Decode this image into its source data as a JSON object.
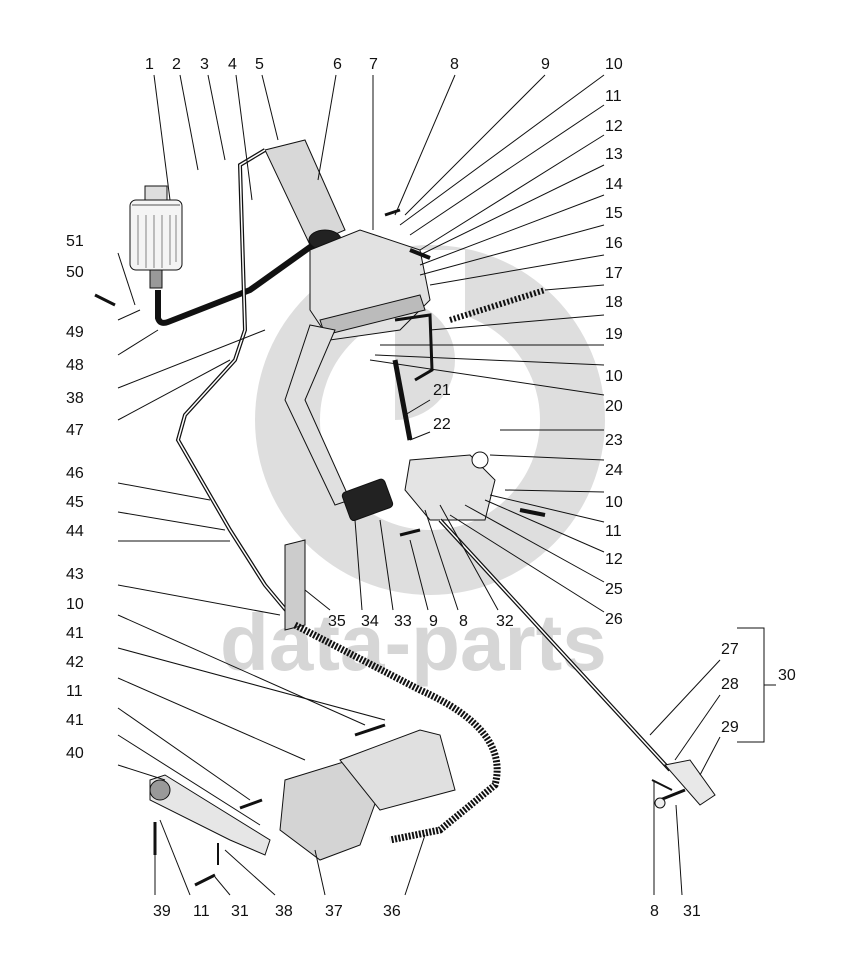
{
  "diagram": {
    "type": "exploded-parts-diagram",
    "subject": "clutch pedal and hydraulic clutch release assembly",
    "watermark": {
      "text": "data-parts",
      "color": "#d6d6d6",
      "logo_color": "#dcdcdc"
    },
    "line_color": "#111111",
    "callouts": {
      "top": [
        "1",
        "2",
        "3",
        "4",
        "5",
        "6",
        "7",
        "8"
      ],
      "right": [
        "9",
        "10",
        "11",
        "12",
        "13",
        "14",
        "15",
        "16",
        "17",
        "18",
        "19",
        "10",
        "20",
        "23",
        "24",
        "10",
        "11",
        "12",
        "25",
        "26"
      ],
      "middle": [
        "21",
        "22"
      ],
      "left": [
        "51",
        "50",
        "49",
        "48",
        "38",
        "47",
        "46",
        "45",
        "44",
        "43",
        "10",
        "41",
        "42",
        "11",
        "41",
        "40"
      ],
      "bottom_mid": [
        "35",
        "34",
        "33",
        "9",
        "8",
        "32"
      ],
      "bottom": [
        "39",
        "11",
        "31",
        "38",
        "37",
        "36"
      ],
      "tie_rod": [
        "27",
        "28",
        "29"
      ],
      "assembly_group": {
        "label": "30",
        "members": [
          "27",
          "28",
          "29"
        ]
      },
      "bottom_right": [
        "8",
        "31"
      ]
    }
  }
}
